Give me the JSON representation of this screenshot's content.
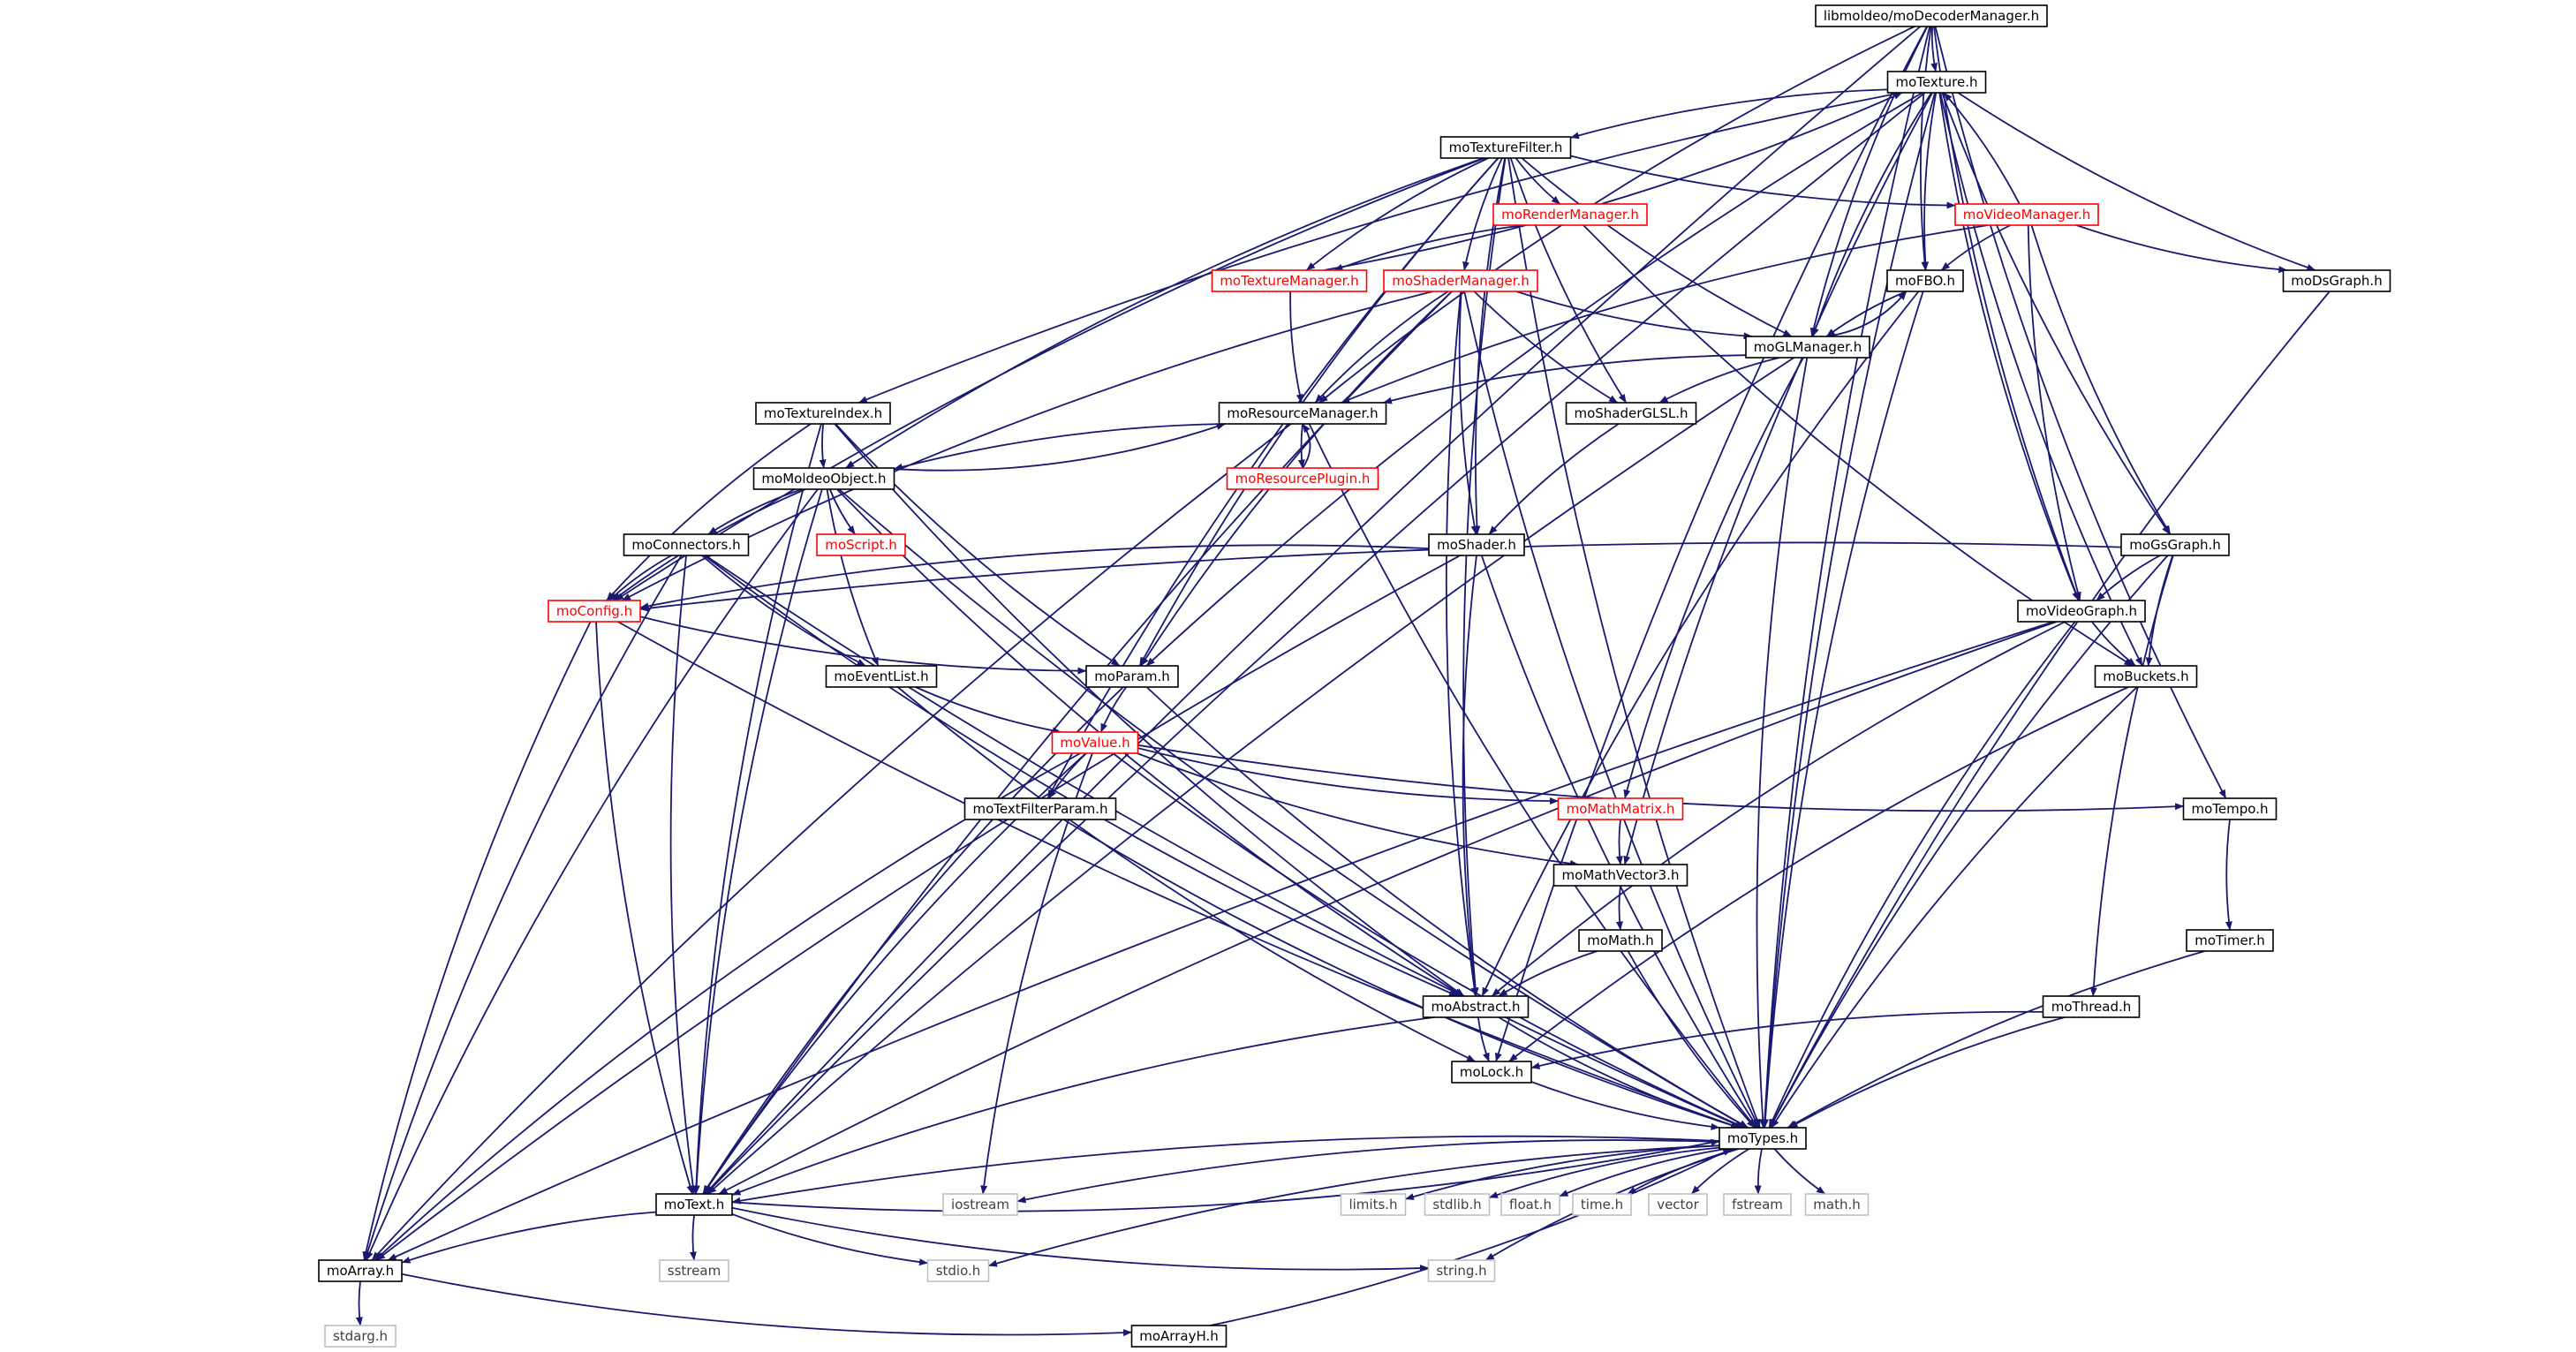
{
  "colors": {
    "edge": "#191970",
    "normal_border": "#000000",
    "red_border": "#ff0000",
    "red_text": "#ff0000",
    "gray_border": "#bfbfbf",
    "gray_text": "#404040",
    "root_fill": "#bfbfbf"
  },
  "nodes": [
    {
      "id": "root",
      "label": "libmoldeo/moDecoderManager.h",
      "kind": "root"
    },
    {
      "id": "texture",
      "label": "moTexture.h",
      "kind": "normal"
    },
    {
      "id": "texturefilter",
      "label": "moTextureFilter.h",
      "kind": "normal"
    },
    {
      "id": "videomanager",
      "label": "moVideoManager.h",
      "kind": "red"
    },
    {
      "id": "rendermanager",
      "label": "moRenderManager.h",
      "kind": "red"
    },
    {
      "id": "texturemanager",
      "label": "moTextureManager.h",
      "kind": "red"
    },
    {
      "id": "shadermanager",
      "label": "moShaderManager.h",
      "kind": "red"
    },
    {
      "id": "fbo",
      "label": "moFBO.h",
      "kind": "normal"
    },
    {
      "id": "dsgraph",
      "label": "moDsGraph.h",
      "kind": "normal"
    },
    {
      "id": "glmanager",
      "label": "moGLManager.h",
      "kind": "normal"
    },
    {
      "id": "textureindex",
      "label": "moTextureIndex.h",
      "kind": "normal"
    },
    {
      "id": "resourcemanager",
      "label": "moResourceManager.h",
      "kind": "normal"
    },
    {
      "id": "shaderglsl",
      "label": "moShaderGLSL.h",
      "kind": "normal"
    },
    {
      "id": "resourceplugin",
      "label": "moResourcePlugin.h",
      "kind": "red"
    },
    {
      "id": "moldeoobject",
      "label": "moMoldeoObject.h",
      "kind": "normal"
    },
    {
      "id": "connectors",
      "label": "moConnectors.h",
      "kind": "normal"
    },
    {
      "id": "script",
      "label": "moScript.h",
      "kind": "red"
    },
    {
      "id": "shader",
      "label": "moShader.h",
      "kind": "normal"
    },
    {
      "id": "gsgraph",
      "label": "moGsGraph.h",
      "kind": "normal"
    },
    {
      "id": "config",
      "label": "moConfig.h",
      "kind": "red"
    },
    {
      "id": "videograph",
      "label": "moVideoGraph.h",
      "kind": "normal"
    },
    {
      "id": "eventlist",
      "label": "moEventList.h",
      "kind": "normal"
    },
    {
      "id": "param",
      "label": "moParam.h",
      "kind": "normal"
    },
    {
      "id": "buckets",
      "label": "moBuckets.h",
      "kind": "normal"
    },
    {
      "id": "value",
      "label": "moValue.h",
      "kind": "red"
    },
    {
      "id": "textfilterparam",
      "label": "moTextFilterParam.h",
      "kind": "normal"
    },
    {
      "id": "mathmatrix",
      "label": "moMathMatrix.h",
      "kind": "red"
    },
    {
      "id": "tempo",
      "label": "moTempo.h",
      "kind": "normal"
    },
    {
      "id": "mathvector3",
      "label": "moMathVector3.h",
      "kind": "normal"
    },
    {
      "id": "math",
      "label": "moMath.h",
      "kind": "normal"
    },
    {
      "id": "timer",
      "label": "moTimer.h",
      "kind": "normal"
    },
    {
      "id": "abstract",
      "label": "moAbstract.h",
      "kind": "normal"
    },
    {
      "id": "thread",
      "label": "moThread.h",
      "kind": "normal"
    },
    {
      "id": "lock",
      "label": "moLock.h",
      "kind": "normal"
    },
    {
      "id": "types",
      "label": "moTypes.h",
      "kind": "normal"
    },
    {
      "id": "text",
      "label": "moText.h",
      "kind": "normal"
    },
    {
      "id": "iostream",
      "label": "iostream",
      "kind": "gray"
    },
    {
      "id": "limits",
      "label": "limits.h",
      "kind": "gray"
    },
    {
      "id": "stdlib",
      "label": "stdlib.h",
      "kind": "gray"
    },
    {
      "id": "float",
      "label": "float.h",
      "kind": "gray"
    },
    {
      "id": "time",
      "label": "time.h",
      "kind": "gray"
    },
    {
      "id": "vector",
      "label": "vector",
      "kind": "gray"
    },
    {
      "id": "fstream",
      "label": "fstream",
      "kind": "gray"
    },
    {
      "id": "mathh",
      "label": "math.h",
      "kind": "gray"
    },
    {
      "id": "array",
      "label": "moArray.h",
      "kind": "normal"
    },
    {
      "id": "sstream",
      "label": "sstream",
      "kind": "gray"
    },
    {
      "id": "stdio",
      "label": "stdio.h",
      "kind": "gray"
    },
    {
      "id": "string",
      "label": "string.h",
      "kind": "gray"
    },
    {
      "id": "stdarg",
      "label": "stdarg.h",
      "kind": "gray"
    },
    {
      "id": "arrayh",
      "label": "moArrayH.h",
      "kind": "normal"
    }
  ],
  "edges": [
    [
      "root",
      "texture"
    ],
    [
      "root",
      "fbo"
    ],
    [
      "root",
      "glmanager"
    ],
    [
      "root",
      "resourcemanager"
    ],
    [
      "root",
      "lock"
    ],
    [
      "root",
      "text"
    ],
    [
      "root",
      "types"
    ],
    [
      "root",
      "tempo"
    ],
    [
      "root",
      "videograph"
    ],
    [
      "texture",
      "texturefilter"
    ],
    [
      "texture",
      "fbo"
    ],
    [
      "texture",
      "glmanager"
    ],
    [
      "texture",
      "gsgraph"
    ],
    [
      "texture",
      "dsgraph"
    ],
    [
      "texture",
      "buckets"
    ],
    [
      "texture",
      "videograph"
    ],
    [
      "texture",
      "types"
    ],
    [
      "texture",
      "text"
    ],
    [
      "texture",
      "param"
    ],
    [
      "texture",
      "mathvector3"
    ],
    [
      "texture",
      "textureindex"
    ],
    [
      "texturefilter",
      "rendermanager"
    ],
    [
      "texturefilter",
      "videomanager"
    ],
    [
      "texturefilter",
      "texturemanager"
    ],
    [
      "texturefilter",
      "shadermanager"
    ],
    [
      "texturefilter",
      "glmanager"
    ],
    [
      "texturefilter",
      "shaderglsl"
    ],
    [
      "texturefilter",
      "moldeoobject"
    ],
    [
      "texturefilter",
      "config"
    ],
    [
      "texturefilter",
      "param"
    ],
    [
      "texturefilter",
      "shader"
    ],
    [
      "texturefilter",
      "abstract"
    ],
    [
      "texturefilter",
      "textfilterparam"
    ],
    [
      "texturefilter",
      "types"
    ],
    [
      "videomanager",
      "texture"
    ],
    [
      "videomanager",
      "fbo"
    ],
    [
      "videomanager",
      "dsgraph"
    ],
    [
      "videomanager",
      "gsgraph"
    ],
    [
      "videomanager",
      "videograph"
    ],
    [
      "videomanager",
      "resourcemanager"
    ],
    [
      "rendermanager",
      "texturemanager"
    ],
    [
      "rendermanager",
      "buckets"
    ],
    [
      "texturemanager",
      "texture"
    ],
    [
      "texturemanager",
      "resourcemanager"
    ],
    [
      "shadermanager",
      "glmanager"
    ],
    [
      "shadermanager",
      "resourcemanager"
    ],
    [
      "shadermanager",
      "shaderglsl"
    ],
    [
      "shadermanager",
      "shader"
    ],
    [
      "shadermanager",
      "config"
    ],
    [
      "shadermanager",
      "param"
    ],
    [
      "shadermanager",
      "abstract"
    ],
    [
      "shadermanager",
      "types"
    ],
    [
      "shadermanager",
      "text"
    ],
    [
      "fbo",
      "glmanager"
    ],
    [
      "fbo",
      "abstract"
    ],
    [
      "fbo",
      "types"
    ],
    [
      "glmanager",
      "fbo"
    ],
    [
      "glmanager",
      "resourcemanager"
    ],
    [
      "glmanager",
      "shaderglsl"
    ],
    [
      "glmanager",
      "mathmatrix"
    ],
    [
      "glmanager",
      "types"
    ],
    [
      "glmanager",
      "text"
    ],
    [
      "dsgraph",
      "types"
    ],
    [
      "textureindex",
      "moldeoobject"
    ],
    [
      "textureindex",
      "config"
    ],
    [
      "textureindex",
      "param"
    ],
    [
      "textureindex",
      "abstract"
    ],
    [
      "textureindex",
      "text"
    ],
    [
      "resourcemanager",
      "moldeoobject"
    ],
    [
      "resourcemanager",
      "resourceplugin"
    ],
    [
      "resourcemanager",
      "types"
    ],
    [
      "resourcemanager",
      "array"
    ],
    [
      "resourceplugin",
      "resourcemanager"
    ],
    [
      "shaderglsl",
      "shader"
    ],
    [
      "moldeoobject",
      "resourcemanager"
    ],
    [
      "moldeoobject",
      "connectors"
    ],
    [
      "moldeoobject",
      "script"
    ],
    [
      "moldeoobject",
      "eventlist"
    ],
    [
      "moldeoobject",
      "config"
    ],
    [
      "moldeoobject",
      "abstract"
    ],
    [
      "moldeoobject",
      "types"
    ],
    [
      "moldeoobject",
      "text"
    ],
    [
      "moldeoobject",
      "array"
    ],
    [
      "connectors",
      "config"
    ],
    [
      "connectors",
      "eventlist"
    ],
    [
      "connectors",
      "abstract"
    ],
    [
      "connectors",
      "types"
    ],
    [
      "connectors",
      "text"
    ],
    [
      "connectors",
      "array"
    ],
    [
      "shader",
      "config"
    ],
    [
      "shader",
      "abstract"
    ],
    [
      "shader",
      "types"
    ],
    [
      "shader",
      "array"
    ],
    [
      "gsgraph",
      "config"
    ],
    [
      "gsgraph",
      "videograph"
    ],
    [
      "gsgraph",
      "buckets"
    ],
    [
      "gsgraph",
      "thread"
    ],
    [
      "gsgraph",
      "types"
    ],
    [
      "config",
      "param"
    ],
    [
      "config",
      "types"
    ],
    [
      "config",
      "text"
    ],
    [
      "config",
      "array"
    ],
    [
      "videograph",
      "buckets"
    ],
    [
      "videograph",
      "abstract"
    ],
    [
      "videograph",
      "types"
    ],
    [
      "videograph",
      "text"
    ],
    [
      "videograph",
      "array"
    ],
    [
      "eventlist",
      "value"
    ],
    [
      "eventlist",
      "lock"
    ],
    [
      "param",
      "value"
    ],
    [
      "param",
      "types"
    ],
    [
      "param",
      "text"
    ],
    [
      "buckets",
      "lock"
    ],
    [
      "buckets",
      "types"
    ],
    [
      "value",
      "textfilterparam"
    ],
    [
      "value",
      "mathmatrix"
    ],
    [
      "value",
      "mathvector3"
    ],
    [
      "value",
      "tempo"
    ],
    [
      "value",
      "types"
    ],
    [
      "value",
      "text"
    ],
    [
      "value",
      "array"
    ],
    [
      "value",
      "iostream"
    ],
    [
      "textfilterparam",
      "types"
    ],
    [
      "mathmatrix",
      "mathvector3"
    ],
    [
      "tempo",
      "timer"
    ],
    [
      "mathvector3",
      "math"
    ],
    [
      "math",
      "abstract"
    ],
    [
      "math",
      "types"
    ],
    [
      "timer",
      "types"
    ],
    [
      "abstract",
      "lock"
    ],
    [
      "abstract",
      "types"
    ],
    [
      "abstract",
      "text"
    ],
    [
      "thread",
      "lock"
    ],
    [
      "thread",
      "types"
    ],
    [
      "lock",
      "types"
    ],
    [
      "types",
      "text"
    ],
    [
      "types",
      "iostream"
    ],
    [
      "types",
      "limits"
    ],
    [
      "types",
      "stdlib"
    ],
    [
      "types",
      "float"
    ],
    [
      "types",
      "time"
    ],
    [
      "types",
      "vector"
    ],
    [
      "types",
      "fstream"
    ],
    [
      "types",
      "mathh"
    ],
    [
      "types",
      "stdio"
    ],
    [
      "types",
      "string"
    ],
    [
      "text",
      "types"
    ],
    [
      "text",
      "array"
    ],
    [
      "text",
      "sstream"
    ],
    [
      "text",
      "stdio"
    ],
    [
      "text",
      "string"
    ],
    [
      "array",
      "stdarg"
    ],
    [
      "array",
      "arrayh"
    ],
    [
      "arrayh",
      "types"
    ]
  ]
}
